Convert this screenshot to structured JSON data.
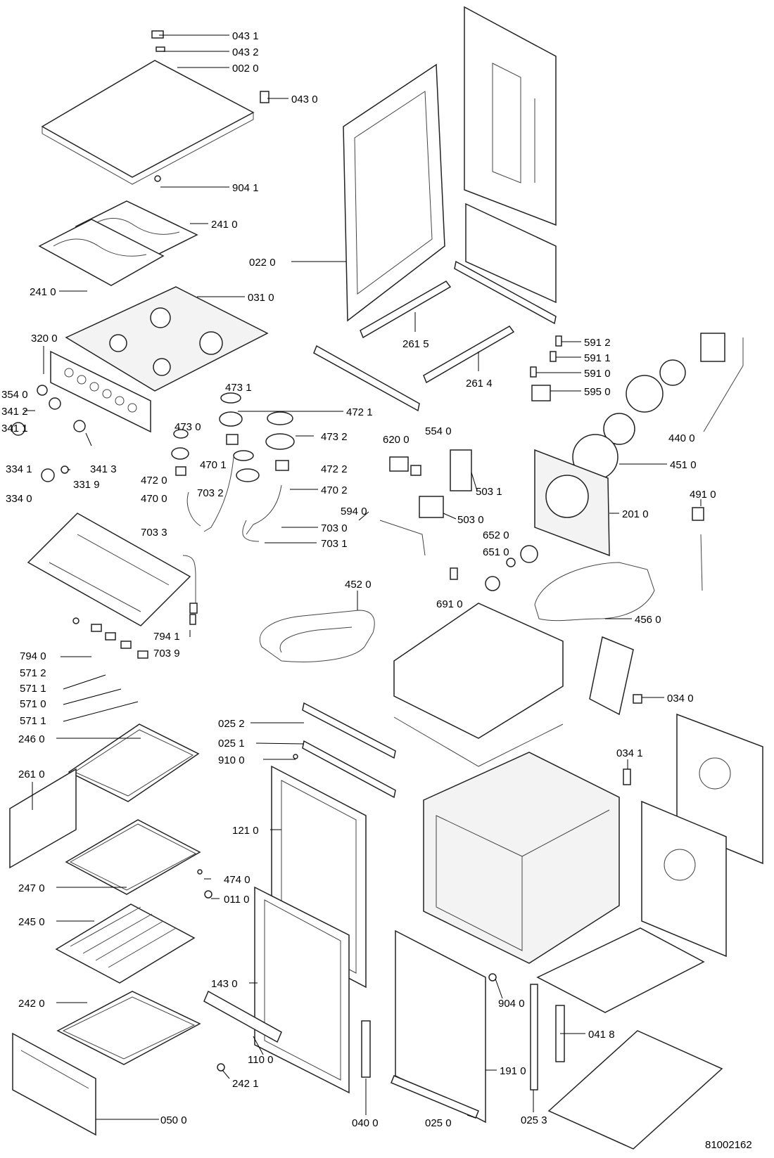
{
  "document_number": "81002162",
  "callouts": [
    {
      "id": "c01",
      "label": "043 1"
    },
    {
      "id": "c02",
      "label": "043 2"
    },
    {
      "id": "c03",
      "label": "002 0"
    },
    {
      "id": "c04",
      "label": "043 0"
    },
    {
      "id": "c05",
      "label": "904 1"
    },
    {
      "id": "c06",
      "label": "241 0"
    },
    {
      "id": "c07",
      "label": "241 0"
    },
    {
      "id": "c08",
      "label": "031 0"
    },
    {
      "id": "c09",
      "label": "022 0"
    },
    {
      "id": "c10",
      "label": "261 5"
    },
    {
      "id": "c11",
      "label": "261 4"
    },
    {
      "id": "c12",
      "label": "320 0"
    },
    {
      "id": "c13",
      "label": "354 0"
    },
    {
      "id": "c14",
      "label": "341 2"
    },
    {
      "id": "c15",
      "label": "341 1"
    },
    {
      "id": "c16",
      "label": "334 1"
    },
    {
      "id": "c17",
      "label": "341 3"
    },
    {
      "id": "c18",
      "label": "331 9"
    },
    {
      "id": "c19",
      "label": "334 0"
    },
    {
      "id": "c20",
      "label": "473 1"
    },
    {
      "id": "c21",
      "label": "472 1"
    },
    {
      "id": "c22",
      "label": "473 0"
    },
    {
      "id": "c23",
      "label": "473 2"
    },
    {
      "id": "c24",
      "label": "470 1"
    },
    {
      "id": "c25",
      "label": "472 2"
    },
    {
      "id": "c26",
      "label": "472 0"
    },
    {
      "id": "c27",
      "label": "470 0"
    },
    {
      "id": "c28",
      "label": "470 2"
    },
    {
      "id": "c29",
      "label": "703 2"
    },
    {
      "id": "c30",
      "label": "703 3"
    },
    {
      "id": "c31",
      "label": "703 0"
    },
    {
      "id": "c32",
      "label": "703 1"
    },
    {
      "id": "c33",
      "label": "591 2"
    },
    {
      "id": "c34",
      "label": "591 1"
    },
    {
      "id": "c35",
      "label": "591 0"
    },
    {
      "id": "c36",
      "label": "595 0"
    },
    {
      "id": "c37",
      "label": "620 0"
    },
    {
      "id": "c38",
      "label": "554 0"
    },
    {
      "id": "c39",
      "label": "440 0"
    },
    {
      "id": "c40",
      "label": "451 0"
    },
    {
      "id": "c41",
      "label": "503 1"
    },
    {
      "id": "c42",
      "label": "503 0"
    },
    {
      "id": "c43",
      "label": "594 0"
    },
    {
      "id": "c44",
      "label": "201 0"
    },
    {
      "id": "c45",
      "label": "491 0"
    },
    {
      "id": "c46",
      "label": "652 0"
    },
    {
      "id": "c47",
      "label": "651 0"
    },
    {
      "id": "c48",
      "label": "452 0"
    },
    {
      "id": "c49",
      "label": "691 0"
    },
    {
      "id": "c50",
      "label": "456 0"
    },
    {
      "id": "c51",
      "label": "794 1"
    },
    {
      "id": "c52",
      "label": "703 9"
    },
    {
      "id": "c53",
      "label": "794 0"
    },
    {
      "id": "c54",
      "label": "571 2"
    },
    {
      "id": "c55",
      "label": "571 1"
    },
    {
      "id": "c56",
      "label": "571 0"
    },
    {
      "id": "c57",
      "label": "571 1"
    },
    {
      "id": "c58",
      "label": "034 0"
    },
    {
      "id": "c59",
      "label": "025 2"
    },
    {
      "id": "c60",
      "label": "246 0"
    },
    {
      "id": "c61",
      "label": "025 1"
    },
    {
      "id": "c62",
      "label": "910 0"
    },
    {
      "id": "c63",
      "label": "034 1"
    },
    {
      "id": "c64",
      "label": "261 0"
    },
    {
      "id": "c65",
      "label": "121 0"
    },
    {
      "id": "c66",
      "label": "247 0"
    },
    {
      "id": "c67",
      "label": "474 0"
    },
    {
      "id": "c68",
      "label": "011 0"
    },
    {
      "id": "c69",
      "label": "245 0"
    },
    {
      "id": "c70",
      "label": "143 0"
    },
    {
      "id": "c71",
      "label": "904 0"
    },
    {
      "id": "c72",
      "label": "041 8"
    },
    {
      "id": "c73",
      "label": "242 0"
    },
    {
      "id": "c74",
      "label": "110 0"
    },
    {
      "id": "c75",
      "label": "191 0"
    },
    {
      "id": "c76",
      "label": "242 1"
    },
    {
      "id": "c77",
      "label": "050 0"
    },
    {
      "id": "c78",
      "label": "040 0"
    },
    {
      "id": "c79",
      "label": "025 0"
    },
    {
      "id": "c80",
      "label": "025 3"
    }
  ]
}
